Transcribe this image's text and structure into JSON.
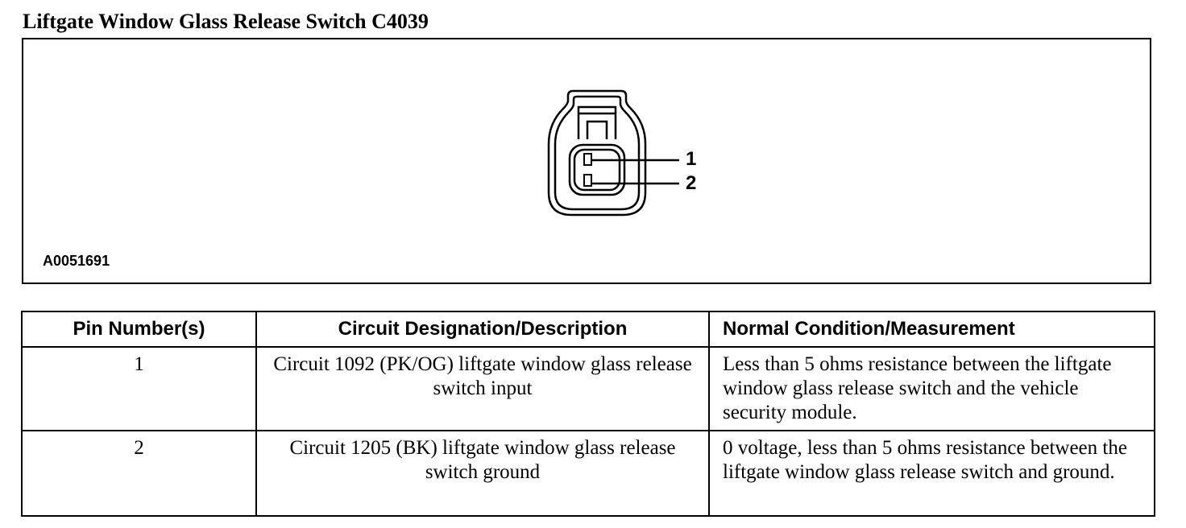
{
  "document": {
    "title": "Liftgate Window Glass Release Switch C4039"
  },
  "figure": {
    "id": "A0051691",
    "connector_icon": "connector-face-icon",
    "pins": [
      {
        "label": "1"
      },
      {
        "label": "2"
      }
    ]
  },
  "table": {
    "headers": {
      "pin": "Pin Number(s)",
      "circuit": "Circuit Designation/Description",
      "measurement": "Normal Condition/Measurement"
    },
    "rows": [
      {
        "pin": "1",
        "circuit": "Circuit 1092 (PK/OG) liftgate window glass release switch input",
        "measurement": "Less than 5 ohms resistance between the liftgate window glass release switch and the vehicle security module."
      },
      {
        "pin": "2",
        "circuit": "Circuit 1205 (BK) liftgate window glass release switch ground",
        "measurement": "0 voltage, less than 5 ohms resistance between the liftgate window glass release switch and ground."
      }
    ]
  }
}
